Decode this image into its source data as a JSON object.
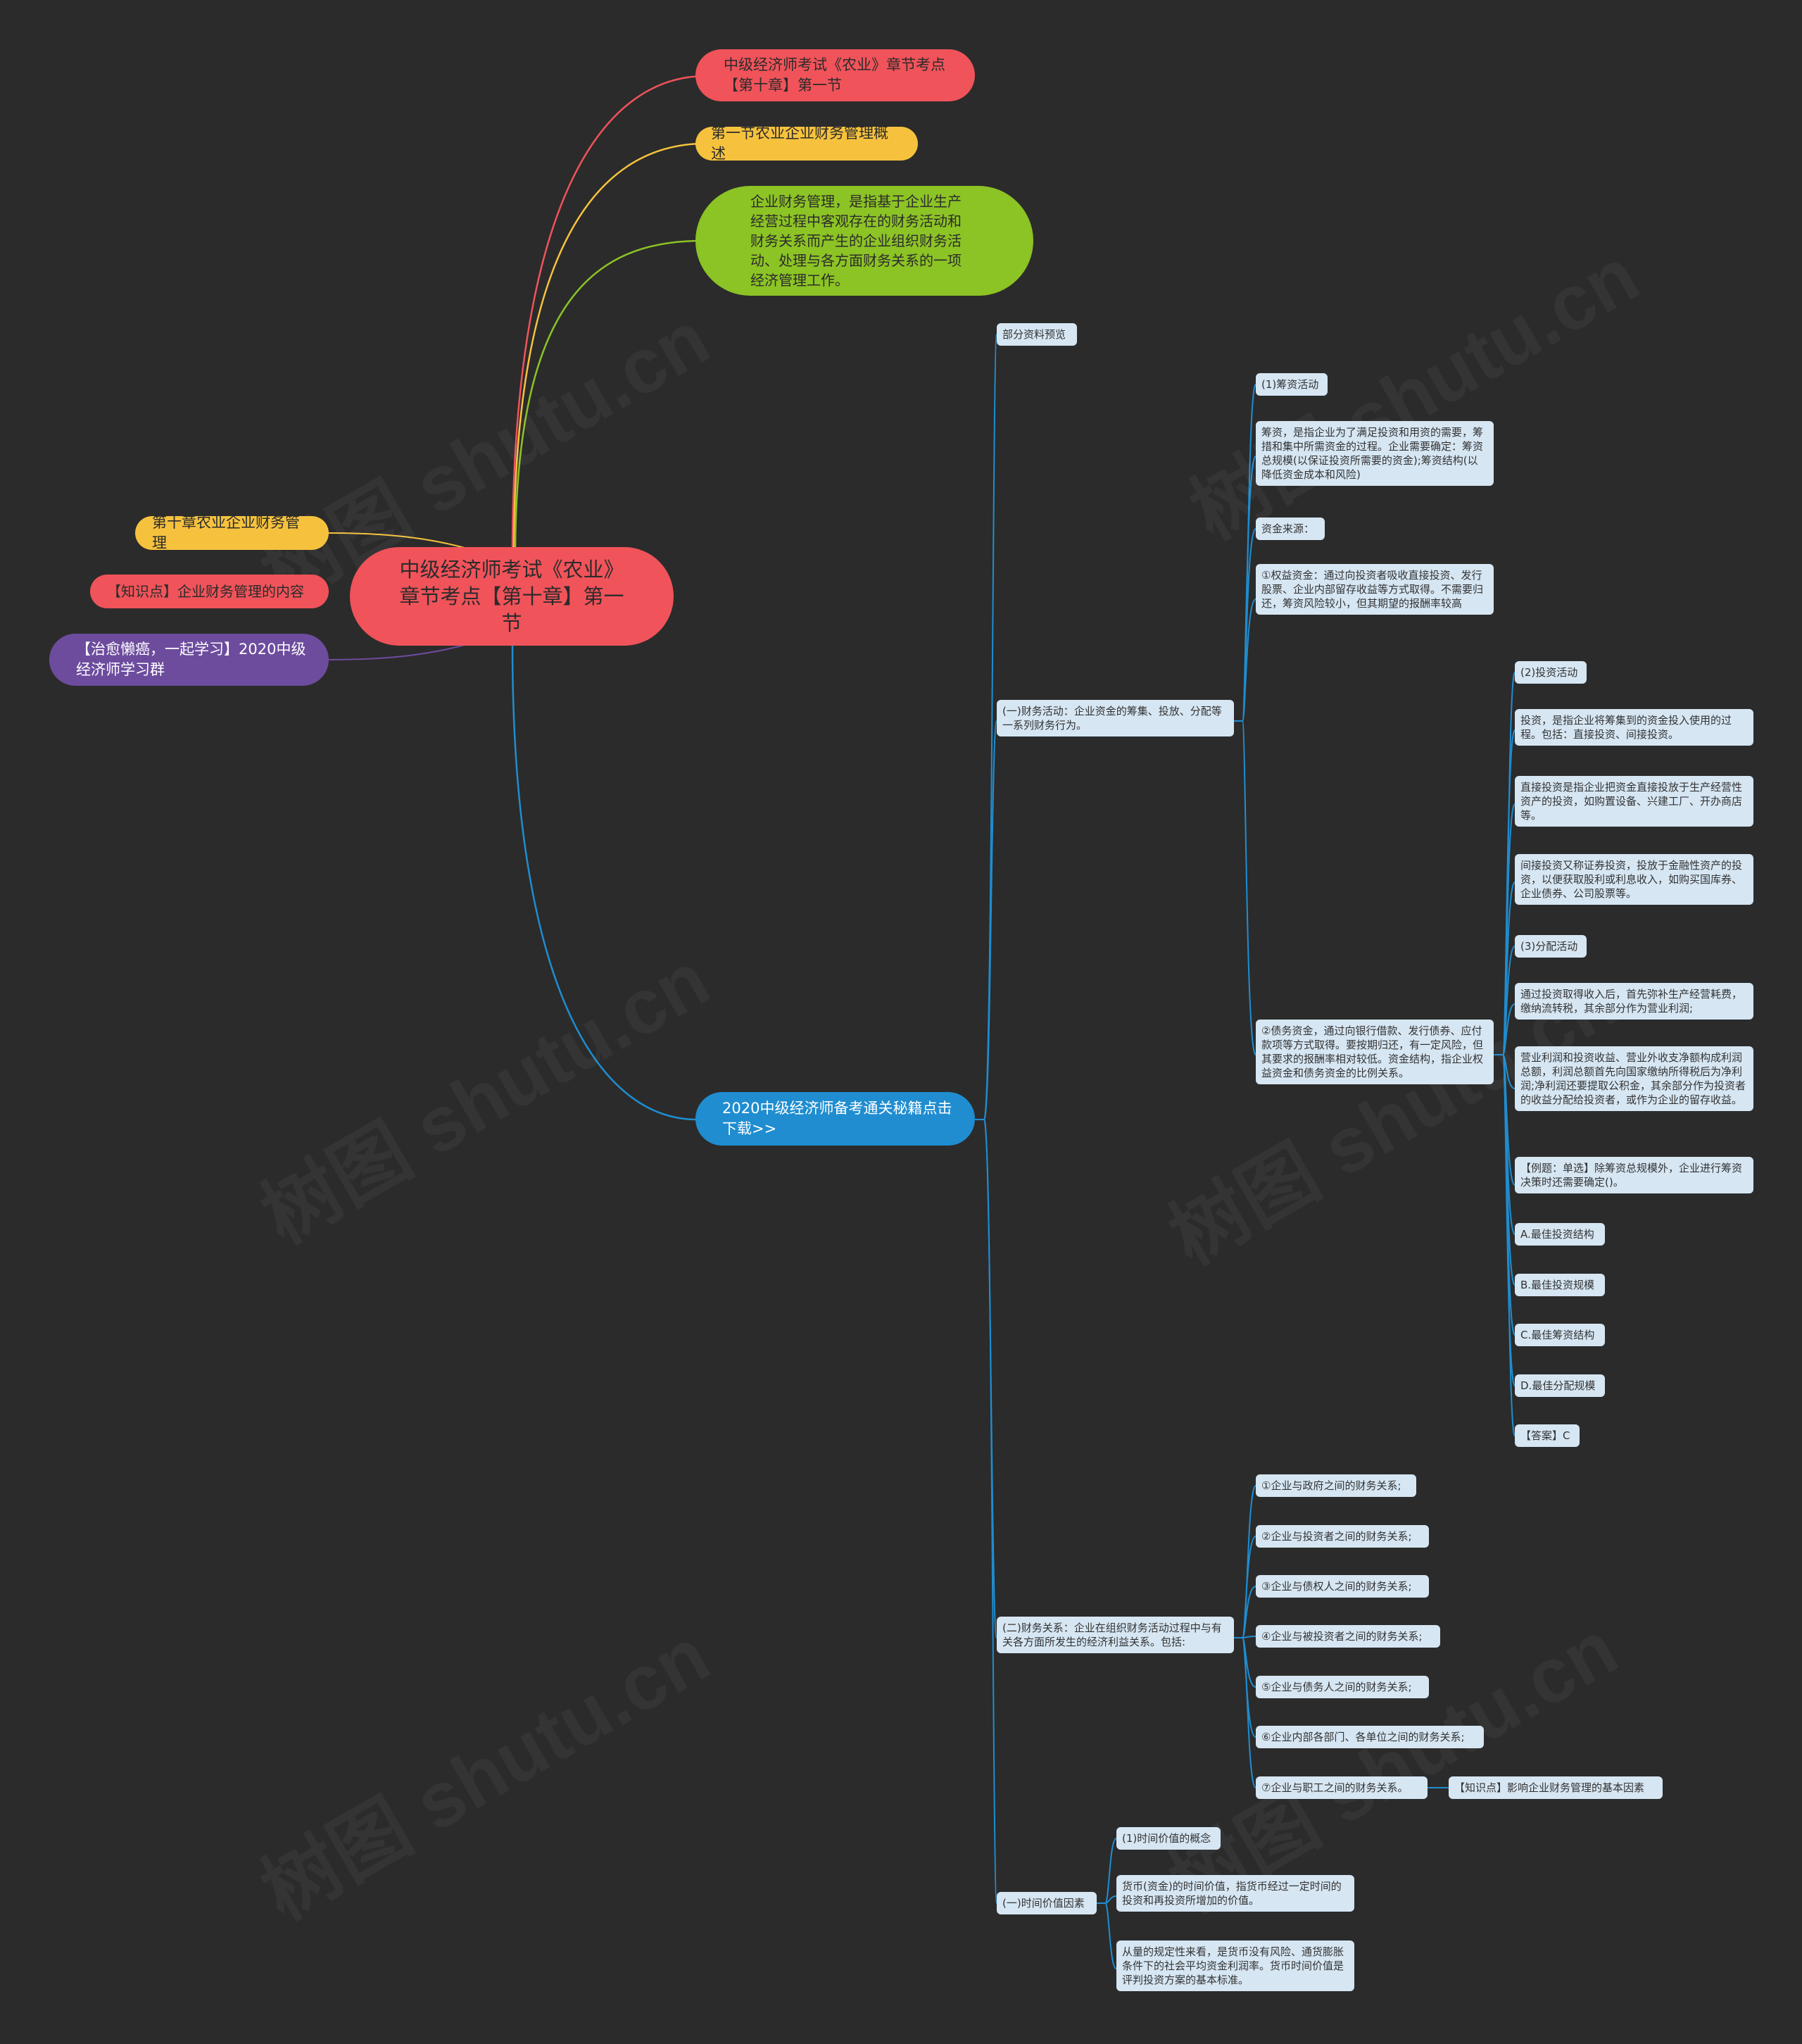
{
  "root": {
    "line1": "中级经济师考试《农业》",
    "line2": "章节考点【第十章】第一",
    "line3": "节"
  },
  "right_branches": {
    "title_node": {
      "line1": "中级经济师考试《农业》章节考点",
      "line2": "【第十章】第一节"
    },
    "section_node": "第一节农业企业财务管理概述",
    "definition_node": {
      "line1": "企业财务管理，是指基于企业生产",
      "line2": "经营过程中客观存在的财务活动和",
      "line3": "财务关系而产生的企业组织财务活",
      "line4": "动、处理与各方面财务关系的一项",
      "line5": "经济管理工作。"
    },
    "download_node": {
      "line1": "2020中级经济师备考通关秘籍点击",
      "line2": "下载>>"
    }
  },
  "left_branches": {
    "chapter": "第十章农业企业财务管理",
    "knowledge": "【知识点】企业财务管理的内容",
    "group": {
      "line1": "【治愈懒癌，一起学习】2020中级",
      "line2": "经济师学习群"
    }
  },
  "level2": {
    "preview": "部分资料预览",
    "activities": "(一)财务活动：企业资金的筹集、投放、分配等一系列财务行为。",
    "relations": "(二)财务关系：企业在组织财务活动过程中与有关各方面所发生的经济利益关系。包括:",
    "time_value": "(一)时间价值因素"
  },
  "activities": {
    "fundraising": "(1)筹资活动",
    "fundraising_desc": "筹资，是指企业为了满足投资和用资的需要，筹措和集中所需资金的过程。企业需要确定：筹资总规模(以保证投资所需要的资金);筹资结构(以降低资金成本和风险)",
    "fund_source": "资金来源：",
    "equity_fund": "①权益资金：通过向投资者吸收直接投资、发行股票、企业内部留存收益等方式取得。不需要归还，筹资风险较小，但其期望的报酬率较高",
    "debt_fund": "②债务资金，通过向银行借款、发行债券、应付款项等方式取得。要按期归还，有一定风险，但其要求的报酬率相对较低。资金结构，指企业权益资金和债务资金的比例关系。"
  },
  "debt_children": {
    "investment": "(2)投资活动",
    "investment_desc": "投资，是指企业将筹集到的资金投入使用的过程。包括：直接投资、间接投资。",
    "direct_invest": "直接投资是指企业把资金直接投放于生产经营性资产的投资，如购置设备、兴建工厂、开办商店等。",
    "indirect_invest": "间接投资又称证券投资，投放于金融性资产的投资，以便获取股利或利息收入，如购买国库券、企业债券、公司股票等。",
    "distribution": "(3)分配活动",
    "distribution_desc": "通过投资取得收入后，首先弥补生产经营耗费，缴纳流转税，其余部分作为营业利润;",
    "profit_desc": "营业利润和投资收益、营业外收支净额构成利润总额，利润总额首先向国家缴纳所得税后为净利润;净利润还要提取公积金，其余部分作为投资者的收益分配给投资者，或作为企业的留存收益。",
    "example": "【例题：单选】除筹资总规模外，企业进行筹资决策时还需要确定()。",
    "option_a": "A.最佳投资结构",
    "option_b": "B.最佳投资规模",
    "option_c": "C.最佳筹资结构",
    "option_d": "D.最佳分配规模",
    "answer": "【答案】C"
  },
  "relations": {
    "r1": "①企业与政府之间的财务关系;",
    "r2": "②企业与投资者之间的财务关系;",
    "r3": "③企业与债权人之间的财务关系;",
    "r4": "④企业与被投资者之间的财务关系;",
    "r5": "⑤企业与债务人之间的财务关系;",
    "r6": "⑥企业内部各部门、各单位之间的财务关系;",
    "r7": "⑦企业与职工之间的财务关系。",
    "r7_child": "【知识点】影响企业财务管理的基本因素"
  },
  "time_value": {
    "concept": "(1)时间价值的概念",
    "definition": "货币(资金)的时间价值，指货币经过一定时间的投资和再投资所增加的价值。",
    "quantity": "从量的规定性来看，是货币没有风险、通货膨胀条件下的社会平均资金利润率。货币时间价值是评判投资方案的基本标准。"
  },
  "watermark": "树图 shutu.cn",
  "colors": {
    "background": "#2b2b2b",
    "root": "#f0535a",
    "red": "#f0535a",
    "yellow": "#f6c23e",
    "green": "#8cc325",
    "blue": "#1f8dd0",
    "purple": "#6d4c9e",
    "note": "#d6e6f3"
  }
}
